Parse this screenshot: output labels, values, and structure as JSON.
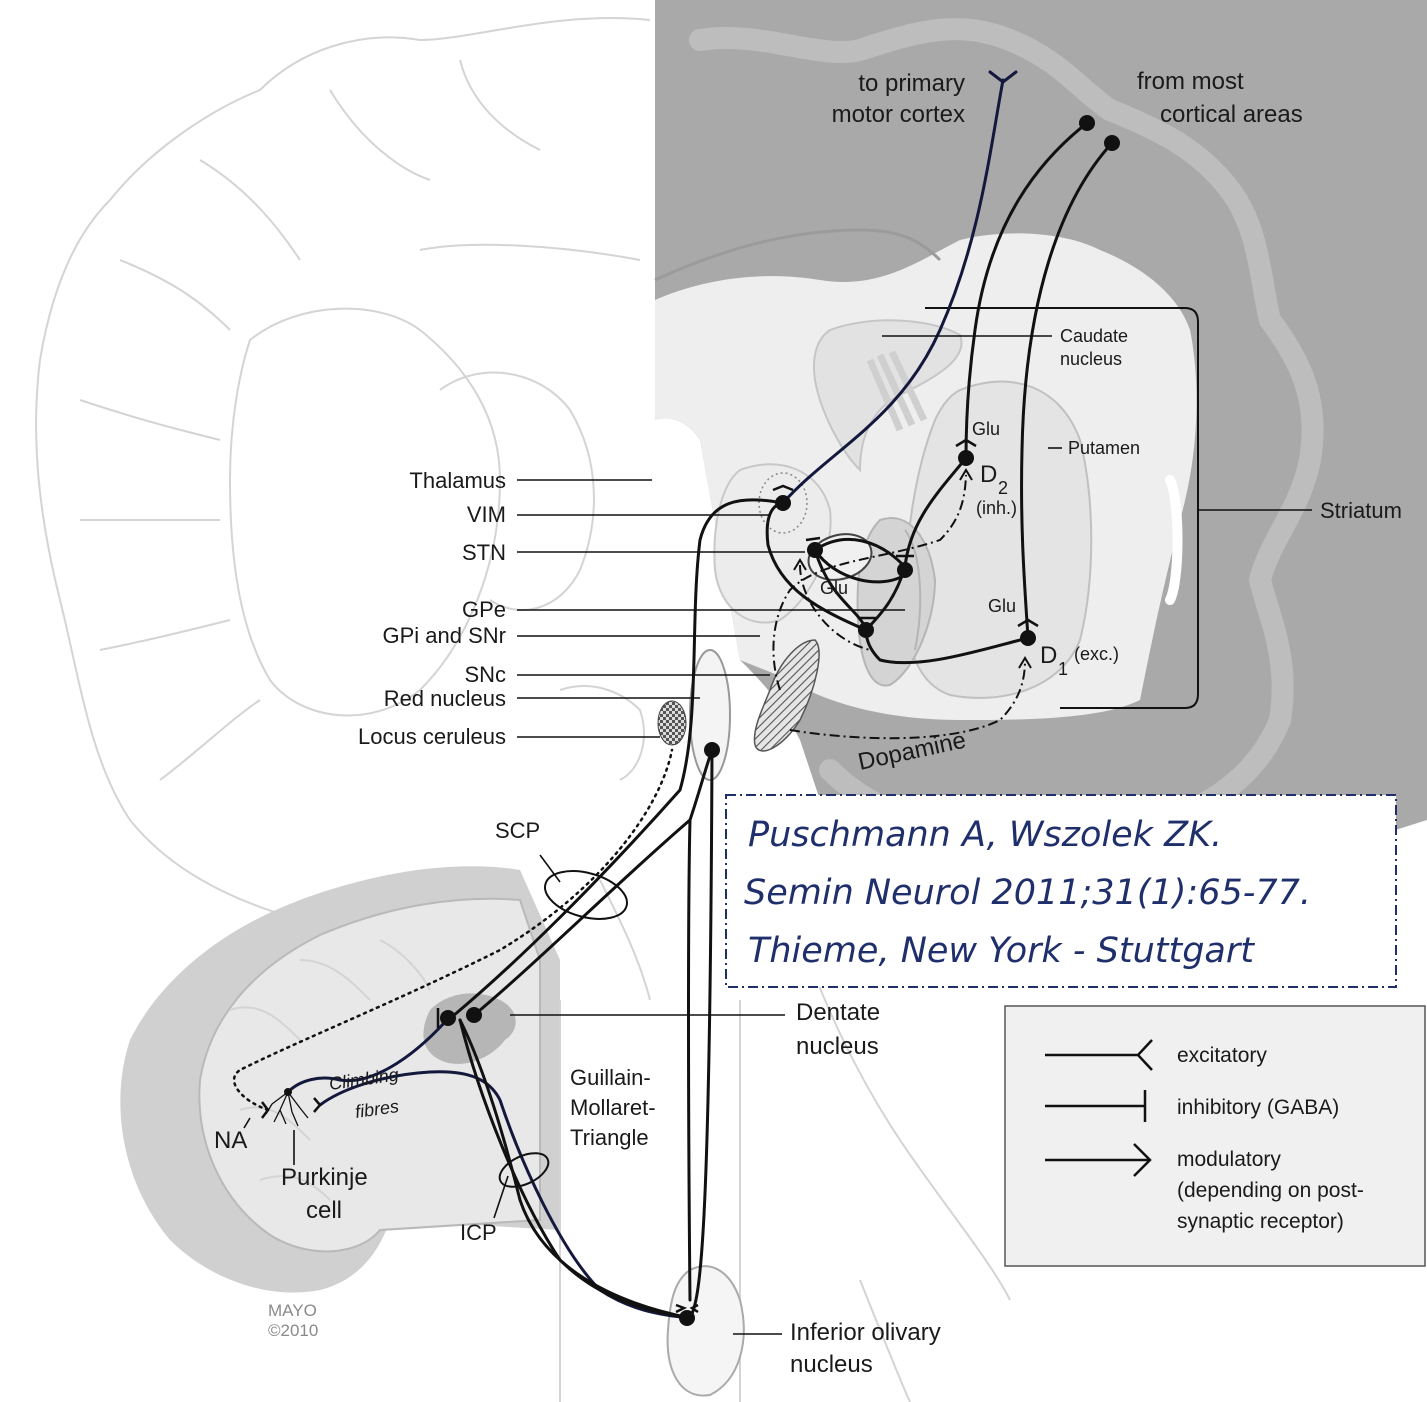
{
  "top_labels": {
    "primary_motor_1": "to primary",
    "primary_motor_2": "motor cortex",
    "cortical_1": "from most",
    "cortical_2": "cortical areas"
  },
  "left_labels": {
    "thalamus": "Thalamus",
    "vim": "VIM",
    "stn": "STN",
    "gpe": "GPe",
    "gpi_snr": "GPi and SNr",
    "snc": "SNc",
    "red_nucleus": "Red nucleus",
    "locus_ceruleus": "Locus ceruleus"
  },
  "right_labels": {
    "caudate_1": "Caudate",
    "caudate_2": "nucleus",
    "putamen": "Putamen",
    "striatum": "Striatum"
  },
  "inner_labels": {
    "glu_top": "Glu",
    "d2": "D",
    "d2_sub": "2",
    "inh": "(inh.)",
    "glu_stn": "Glu",
    "glu_mid": "Glu",
    "d1": "D",
    "d1_sub": "1",
    "exc": "(exc.)",
    "dopamine": "Dopamine"
  },
  "bottom_labels": {
    "scp": "SCP",
    "dentate_1": "Dentate",
    "dentate_2": "nucleus",
    "climbing": "Climbing",
    "fibres": "fibres",
    "na": "NA",
    "purkinje_1": "Purkinje",
    "purkinje_2": "cell",
    "gmt_1": "Guillain-",
    "gmt_2": "Mollaret-",
    "gmt_3": "Triangle",
    "icp": "ICP",
    "olivary_1": "Inferior olivary",
    "olivary_2": "nucleus",
    "mayo_1": "MAYO",
    "mayo_2": "©2010"
  },
  "citation": {
    "line1": "Puschmann A, Wszolek ZK.",
    "line2": "Semin Neurol 2011;31(1):65-77.",
    "line3": "Thieme, New York - Stuttgart"
  },
  "legend": {
    "excitatory": "excitatory",
    "inhibitory": "inhibitory (GABA)",
    "modulatory_1": "modulatory",
    "modulatory_2": "(depending on post-",
    "modulatory_3": "synaptic receptor)"
  },
  "colors": {
    "cortex_grey": "#a9a9a9",
    "citation_blue": "#1f2f6b",
    "legend_bg": "#f0f0f0"
  }
}
